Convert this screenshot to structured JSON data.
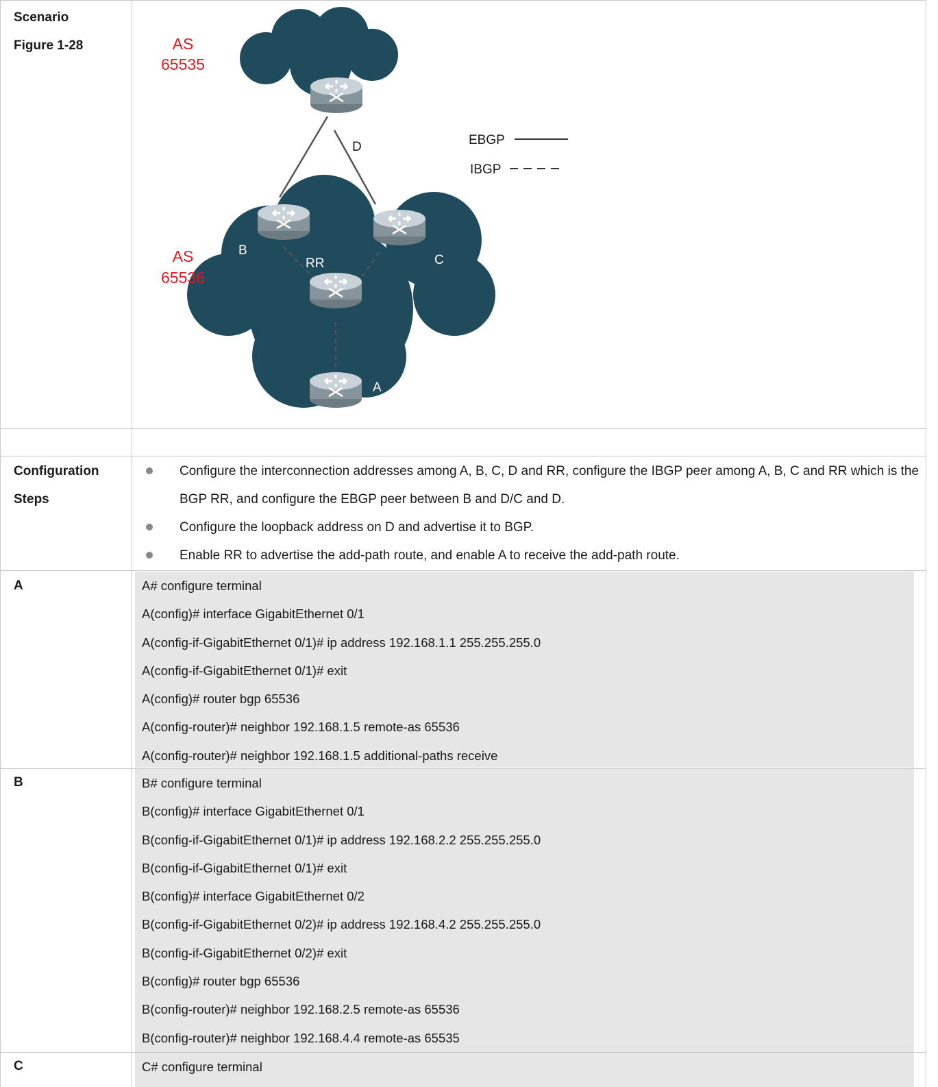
{
  "rows": {
    "scenario_label": "Scenario",
    "figure_label": "Figure 1-28",
    "config_label_1": "Configuration",
    "config_label_2": "Steps",
    "a_label": "A",
    "b_label": "B",
    "c_label": "C"
  },
  "figure": {
    "as_top_1": "AS",
    "as_top_2": "65535",
    "as_bottom_1": "AS",
    "as_bottom_2": "65536",
    "router_d": "D",
    "router_b": "B",
    "router_rr": "RR",
    "router_c": "C",
    "router_a": "A",
    "legend_ebgp": "EBGP",
    "legend_ibgp": "IBGP",
    "colors": {
      "cloud": "#1f4b5c",
      "as_label": "#e8181f",
      "router": "#9aa6ad",
      "link": "#555555"
    }
  },
  "steps": [
    "Configure the interconnection addresses among A, B, C, D and RR, configure the IBGP peer among A, B, C and RR which is the BGP RR, and configure the EBGP peer between B and D/C and D.",
    "Configure the loopback address on D and advertise it to BGP.",
    "Enable RR to advertise the add-path route, and enable A to receive the add-path route."
  ],
  "code_a": [
    "A# configure terminal",
    "A(config)# interface GigabitEthernet 0/1",
    "A(config-if-GigabitEthernet 0/1)# ip address 192.168.1.1 255.255.255.0",
    "A(config-if-GigabitEthernet 0/1)# exit",
    "A(config)# router bgp 65536",
    "A(config-router)# neighbor 192.168.1.5 remote-as 65536",
    "A(config-router)# neighbor 192.168.1.5 additional-paths receive"
  ],
  "code_b": [
    "B# configure terminal",
    "B(config)# interface GigabitEthernet 0/1",
    "B(config-if-GigabitEthernet 0/1)# ip address 192.168.2.2 255.255.255.0",
    "B(config-if-GigabitEthernet 0/1)# exit",
    "B(config)# interface GigabitEthernet 0/2",
    "B(config-if-GigabitEthernet 0/2)# ip address 192.168.4.2 255.255.255.0",
    "B(config-if-GigabitEthernet 0/2)# exit",
    "B(config)# router bgp 65536",
    "B(config-router)# neighbor 192.168.2.5 remote-as 65536",
    "B(config-router)# neighbor 192.168.4.4 remote-as 65535"
  ],
  "code_c": [
    "C# configure terminal"
  ]
}
